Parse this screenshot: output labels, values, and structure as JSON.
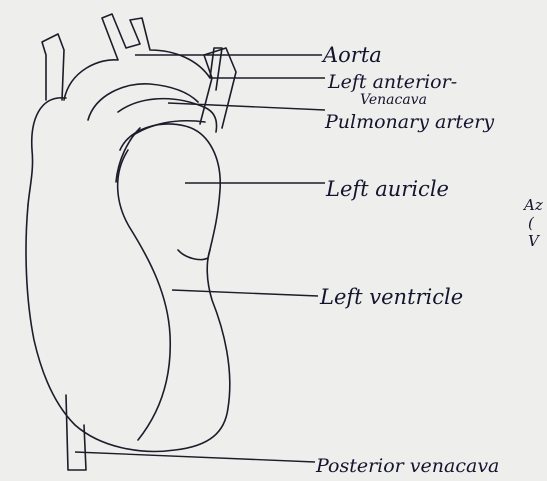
{
  "labels": {
    "aorta": "Aorta",
    "left_anterior_line1": "Left anterior-",
    "left_anterior_line2": "Venacava",
    "pulmonary_artery": "Pulmonary artery",
    "left_auricle": "Left auricle",
    "left_ventricle": "Left ventricle",
    "posterior_vena_cava": "Posterior venacava",
    "margin_fragment_1": "Az",
    "margin_fragment_2": "(",
    "margin_fragment_3": "V"
  },
  "colors": {
    "paper": "#eeeeec",
    "ink": "#1c1c2a"
  }
}
